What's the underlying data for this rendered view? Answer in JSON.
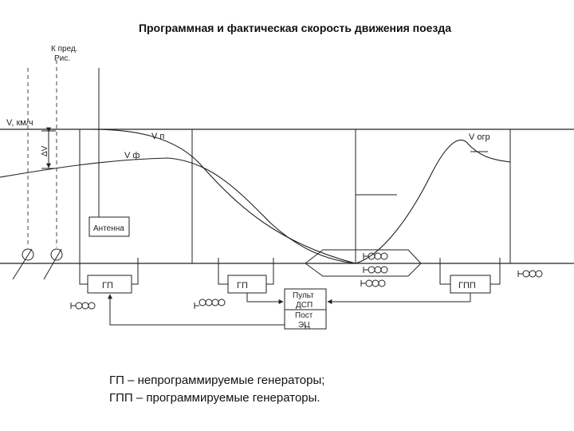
{
  "title": "Программная и фактическая скорость движения поезда",
  "labels": {
    "k_pred": "К пред.",
    "ris": "Рис.",
    "v_axis": "V, км/ч",
    "delta_v": "ΔV",
    "v_p": "V п",
    "v_f": "V ф",
    "v_ogr": "V огр",
    "antenna": "Антенна",
    "gp_1": "ГП",
    "gp_2": "ГП",
    "gpp": "ГПП",
    "pult_line1": "Пульт",
    "pult_line2": "ДСП",
    "post_line1": "Пост",
    "post_line2": "ЭЦ"
  },
  "legend": [
    "ГП – непрограммируемые генераторы;",
    "ГПП – программируемые генераторы."
  ]
}
